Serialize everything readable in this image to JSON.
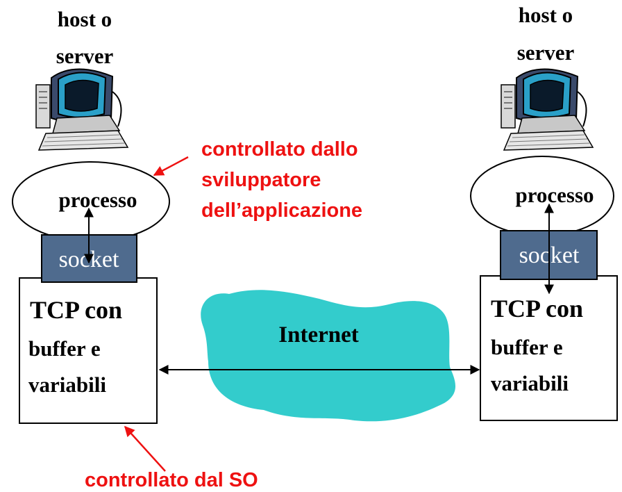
{
  "left_host": {
    "title_line1": "host o",
    "title_line2": "server",
    "process": "processo",
    "socket": "socket",
    "tcp_line1": "TCP con",
    "tcp_line2": "buffer e",
    "tcp_line3": "variabili"
  },
  "right_host": {
    "title_line1": "host o",
    "title_line2": "server",
    "process": "processo",
    "socket": "socket",
    "tcp_line1": "TCP con",
    "tcp_line2": "buffer e",
    "tcp_line3": "variabili"
  },
  "internet": {
    "label": "Internet"
  },
  "annotations": {
    "developer_line1": "controllato dallo",
    "developer_line2": "sviluppatore",
    "developer_line3": "dell’applicazione",
    "os": "controllato dal SO"
  },
  "colors": {
    "annotation_red": "#ee1111",
    "cloud_teal": "#33cccc",
    "socket_blue": "#4f6b8e",
    "monitor_teal": "#33aacc"
  },
  "icons": [
    "computer-icon"
  ]
}
